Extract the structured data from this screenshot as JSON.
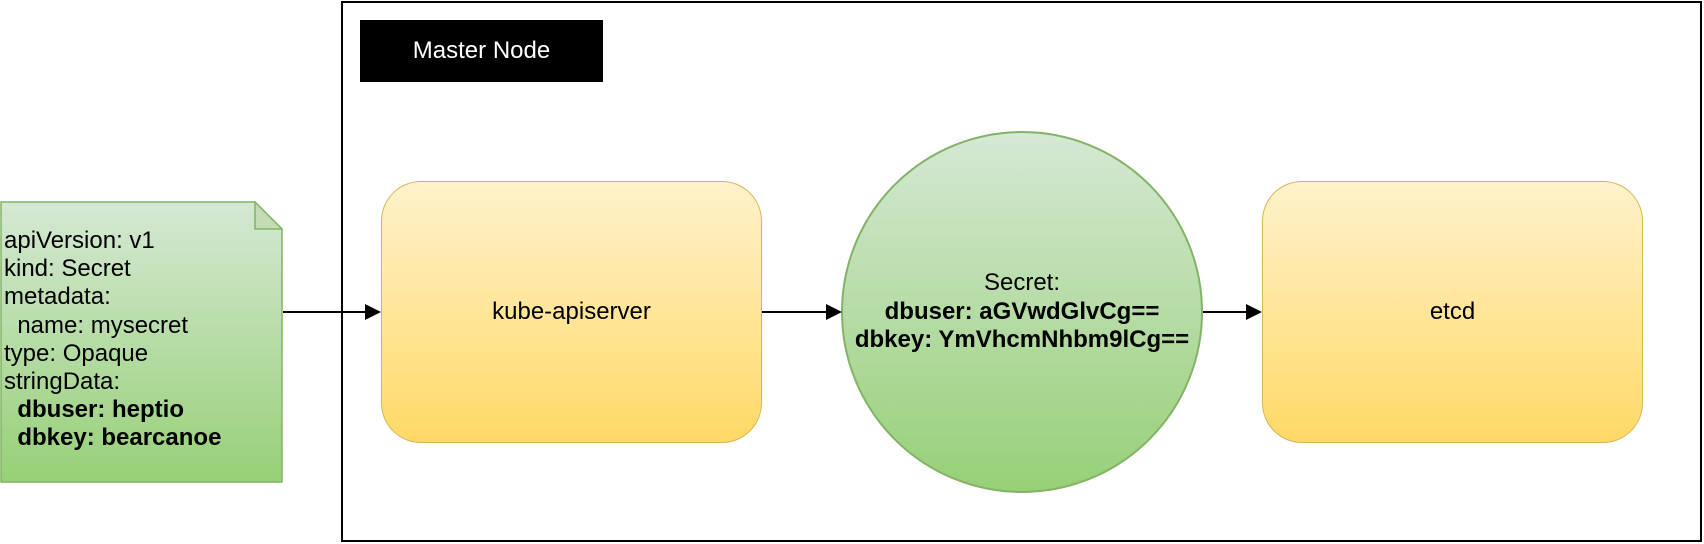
{
  "master_node": {
    "label": "Master Node"
  },
  "manifest": {
    "lines": [
      "apiVersion: v1",
      "kind: Secret",
      "metadata:",
      "  name: mysecret",
      "type: Opaque",
      "stringData:"
    ],
    "bold_lines": [
      "  dbuser: heptio",
      "  dbkey: bearcanoe"
    ]
  },
  "apiserver": {
    "label": "kube-apiserver"
  },
  "secret": {
    "title": "Secret:",
    "dbuser": "dbuser: aGVwdGlvCg==",
    "dbkey": "dbkey: YmVhcmNhbm9lCg=="
  },
  "etcd": {
    "label": "etcd"
  },
  "colors": {
    "green_fill_top": "#d5e8d4",
    "green_fill_bottom": "#97d077",
    "green_stroke": "#82b366",
    "yellow_fill_top": "#fff2cc",
    "yellow_fill_bottom": "#ffd966",
    "yellow_stroke": "#d6b656"
  }
}
